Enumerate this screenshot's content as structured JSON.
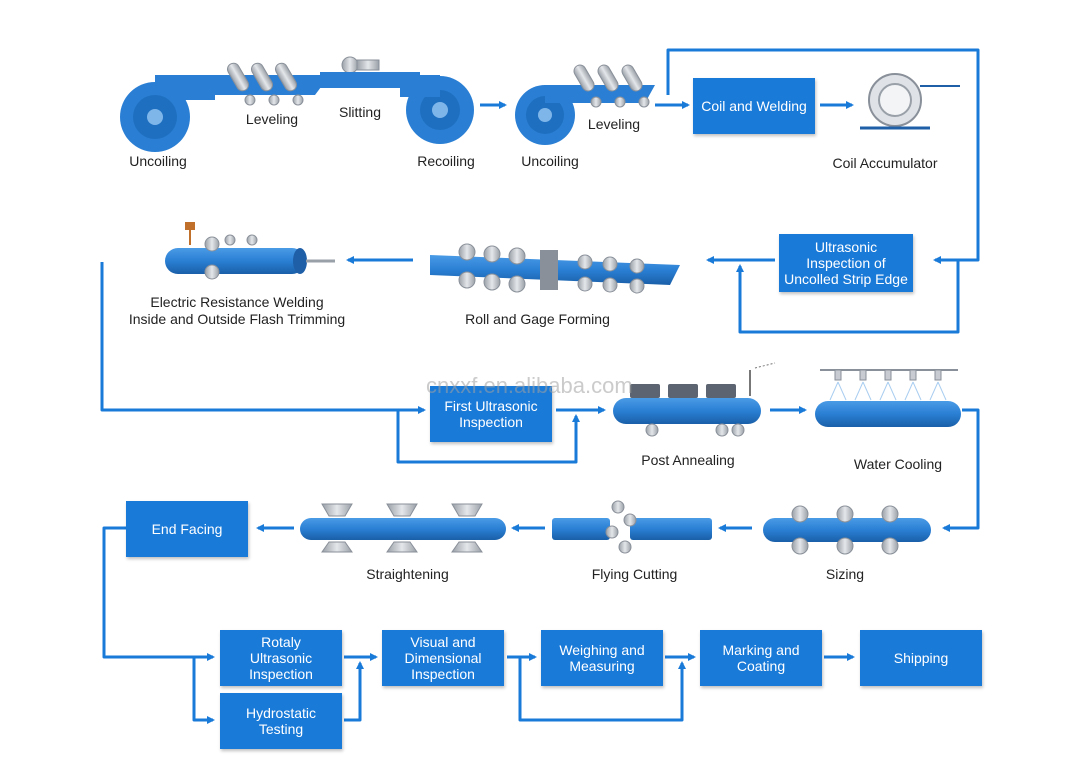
{
  "colors": {
    "flow_line": "#1a7ad8",
    "box_fill": "#1a7ad8",
    "pipe_fill": "#2a7fd4",
    "pipe_dark": "#1e5fa8",
    "roller": "#c8ccd2"
  },
  "watermark": "cnxxf.en.alibaba.com",
  "labels": {
    "uncoiling_1": "Uncoiling",
    "leveling_1": "Leveling",
    "slitting": "Slitting",
    "recoiling": "Recoiling",
    "uncoiling_2": "Uncoiling",
    "leveling_2": "Leveling",
    "coil_accumulator": "Coil Accumulator",
    "erw": "Electric Resistance Welding\nInside and Outside Flash Trimming",
    "roll_forming": "Roll and Gage Forming",
    "post_annealing": "Post Annealing",
    "water_cooling": "Water Cooling",
    "straightening": "Straightening",
    "flying_cutting": "Flying Cutting",
    "sizing": "Sizing"
  },
  "boxes": {
    "coil_welding": "Coil and Welding",
    "ultrasonic_strip_edge": "Ultrasonic\nInspection of\nUncolled Strip Edge",
    "first_ultrasonic": "First Ultrasonic\nInspection",
    "end_facing": "End Facing",
    "rotaly_ultrasonic": "Rotaly\nUltrasonic\nInspection",
    "hydrostatic": "Hydrostatic\nTesting",
    "visual_dimensional": "Visual and\nDimensional\nInspection",
    "weighing": "Weighing and\nMeasuring",
    "marking": "Marking and\nCoating",
    "shipping": "Shipping"
  }
}
